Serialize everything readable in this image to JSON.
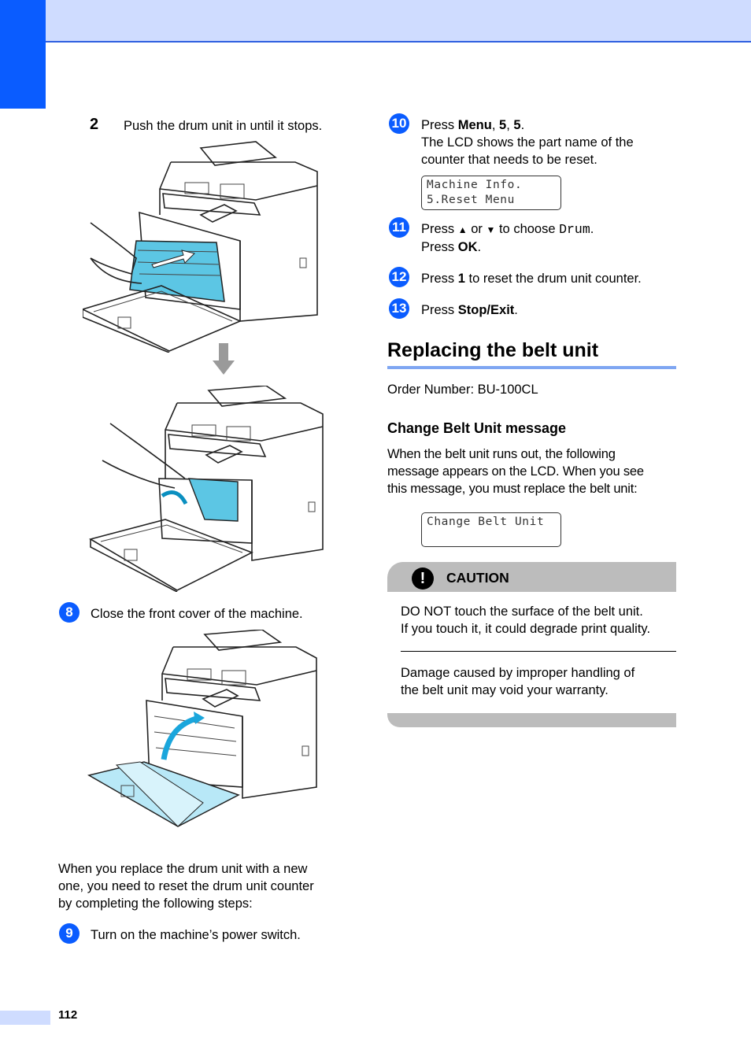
{
  "page_number": "112",
  "left_column": {
    "step2": {
      "number": "2",
      "text": "Push the drum unit in until it stops."
    },
    "step8": {
      "number": "8",
      "text": "Close the front cover of the machine."
    },
    "intro": [
      "When you replace the drum unit with a new",
      "one, you need to reset the drum unit counter",
      "by completing the following steps:"
    ],
    "step9": {
      "number": "9",
      "text": "Turn on the machine’s power switch."
    }
  },
  "right_column": {
    "step10": {
      "number": "10",
      "press": "Press ",
      "menu": "Menu",
      "comma": ", ",
      "five1": "5",
      "comma2": ", ",
      "five2": "5",
      "period": ".",
      "line2": "The LCD shows the part name of the",
      "line3": "counter that needs to be reset."
    },
    "lcd1": [
      "Machine Info.",
      "5.Reset Menu"
    ],
    "step11": {
      "number": "11",
      "press": "Press ",
      "up": "▲",
      "or": " or ",
      "down": "▼",
      "choose": " to choose ",
      "drum": "Drum",
      "period": ".",
      "press2": "Press ",
      "ok": "OK",
      "period2": "."
    },
    "step12": {
      "number": "12",
      "press": "Press ",
      "one": "1",
      "rest": " to reset the drum unit counter."
    },
    "step13": {
      "number": "13",
      "press": "Press ",
      "stop": "Stop/Exit",
      "period": "."
    },
    "section_title": "Replacing the belt unit",
    "order_number": "Order Number: BU-100CL",
    "subsection_title": "Change Belt Unit message",
    "message_para": [
      "When the belt unit runs out, the following",
      "message appears on the LCD. When you see",
      "this message, you must replace the belt unit:"
    ],
    "lcd2": [
      "Change Belt Unit"
    ],
    "caution": {
      "icon": "!",
      "label": "CAUTION",
      "para1": [
        "DO NOT touch the surface of the belt unit.",
        "If you touch it, it could degrade print quality."
      ],
      "para2": [
        "Damage caused by improper handling of",
        "the belt unit may void your warranty."
      ]
    }
  },
  "colors": {
    "accent_blue": "#0a5cff",
    "light_blue": "#cfdcff",
    "caution_gray": "#bcbcbc",
    "toner_cyan": "#4fc3e0"
  }
}
